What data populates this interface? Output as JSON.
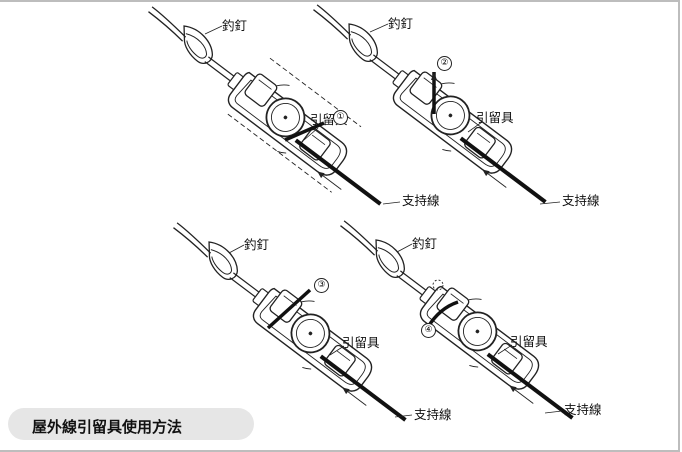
{
  "title": "屋外線引留具使用方法",
  "labels": {
    "nail": "釣釘",
    "clamp": "引留具",
    "support_wire": "支持線"
  },
  "steps": [
    "①",
    "②",
    "③",
    "④"
  ],
  "colors": {
    "border": "#bdbdbd",
    "title_bg": "#e6e6e6",
    "ink": "#111111"
  },
  "icons": [
    "eye-hook-icon",
    "wire-clamp-icon"
  ]
}
